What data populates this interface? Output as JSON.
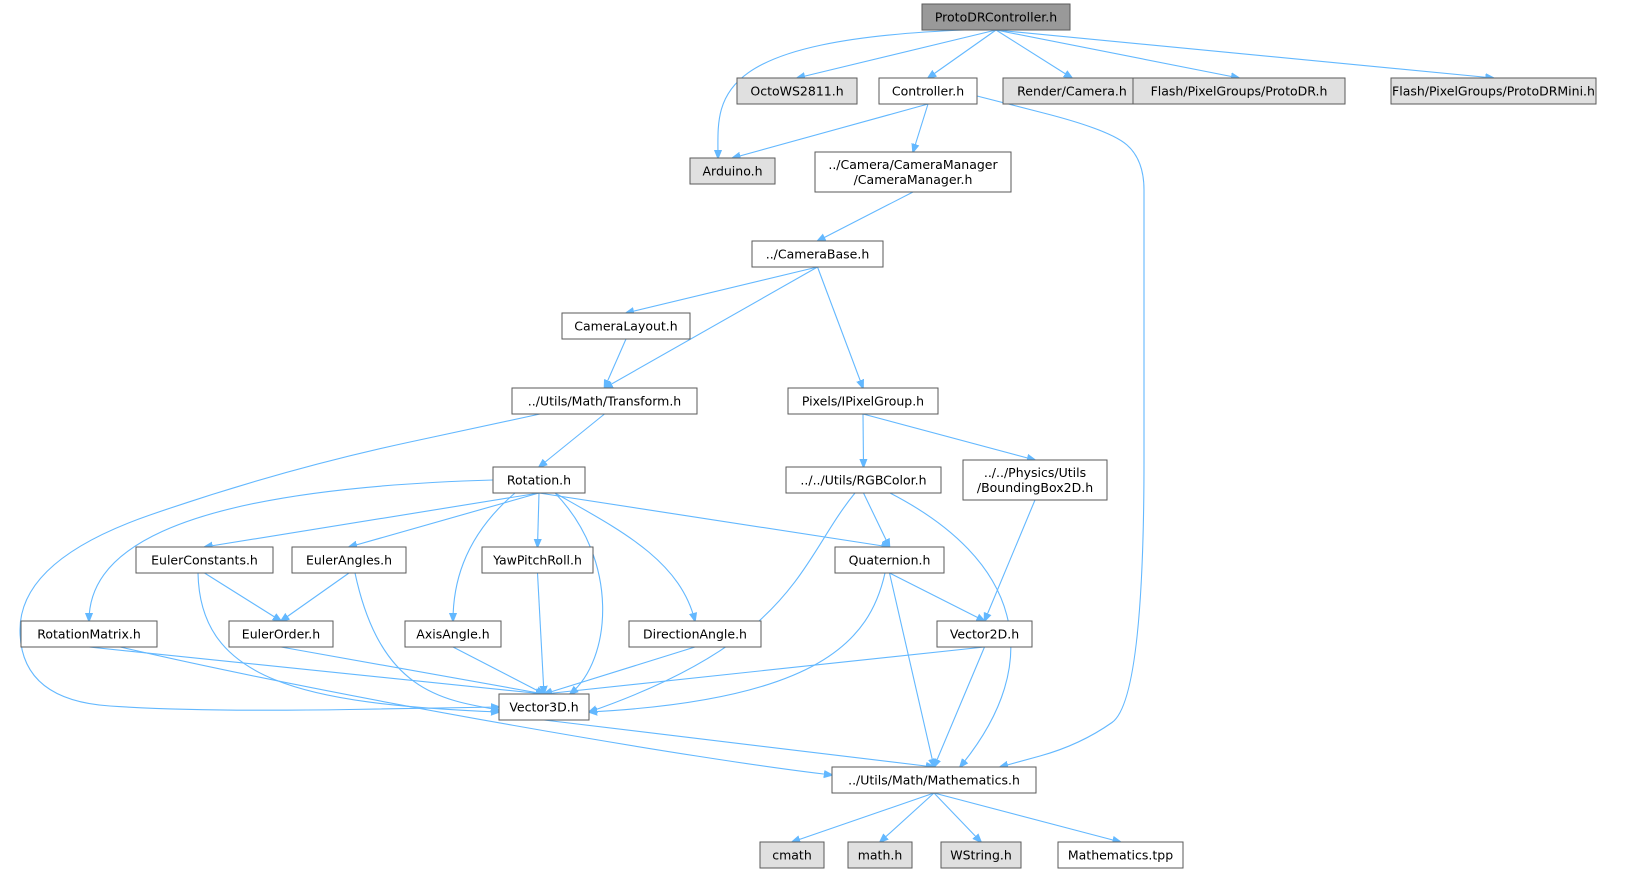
{
  "colors": {
    "root_fill": "#999999",
    "external_fill": "#e0e0e0",
    "internal_fill": "#ffffff",
    "border": "#5a5a5a",
    "edge": "#63b8ff"
  },
  "nodes": [
    {
      "id": "protodr",
      "label": "ProtoDRController.h",
      "kind": "root"
    },
    {
      "id": "octo",
      "label": "OctoWS2811.h",
      "kind": "external"
    },
    {
      "id": "controller",
      "label": "Controller.h",
      "kind": "internal"
    },
    {
      "id": "rendercam",
      "label": "Render/Camera.h",
      "kind": "external"
    },
    {
      "id": "flashdr",
      "label": "Flash/PixelGroups/ProtoDR.h",
      "kind": "external"
    },
    {
      "id": "flashmini",
      "label": "Flash/PixelGroups/ProtoDRMini.h",
      "kind": "external"
    },
    {
      "id": "arduino",
      "label": "Arduino.h",
      "kind": "external"
    },
    {
      "id": "cammgr",
      "label": [
        "../Camera/CameraManager",
        "/CameraManager.h"
      ],
      "kind": "internal"
    },
    {
      "id": "cambase",
      "label": "../CameraBase.h",
      "kind": "internal"
    },
    {
      "id": "camlayout",
      "label": "CameraLayout.h",
      "kind": "internal"
    },
    {
      "id": "transform",
      "label": "../Utils/Math/Transform.h",
      "kind": "internal"
    },
    {
      "id": "ipixel",
      "label": "Pixels/IPixelGroup.h",
      "kind": "internal"
    },
    {
      "id": "rotation",
      "label": "Rotation.h",
      "kind": "internal"
    },
    {
      "id": "rgbcolor",
      "label": "../../Utils/RGBColor.h",
      "kind": "internal"
    },
    {
      "id": "bbox",
      "label": [
        "../../Physics/Utils",
        "/BoundingBox2D.h"
      ],
      "kind": "internal"
    },
    {
      "id": "eulerconst",
      "label": "EulerConstants.h",
      "kind": "internal"
    },
    {
      "id": "eulerangles",
      "label": "EulerAngles.h",
      "kind": "internal"
    },
    {
      "id": "ypr",
      "label": "YawPitchRoll.h",
      "kind": "internal"
    },
    {
      "id": "quaternion",
      "label": "Quaternion.h",
      "kind": "internal"
    },
    {
      "id": "rotmatrix",
      "label": "RotationMatrix.h",
      "kind": "internal"
    },
    {
      "id": "eulerorder",
      "label": "EulerOrder.h",
      "kind": "internal"
    },
    {
      "id": "axisangle",
      "label": "AxisAngle.h",
      "kind": "internal"
    },
    {
      "id": "dirangle",
      "label": "DirectionAngle.h",
      "kind": "internal"
    },
    {
      "id": "vector2d",
      "label": "Vector2D.h",
      "kind": "internal"
    },
    {
      "id": "vector3d",
      "label": "Vector3D.h",
      "kind": "internal"
    },
    {
      "id": "mathematics",
      "label": "../Utils/Math/Mathematics.h",
      "kind": "internal"
    },
    {
      "id": "cmath",
      "label": "cmath",
      "kind": "external"
    },
    {
      "id": "mathh",
      "label": "math.h",
      "kind": "external"
    },
    {
      "id": "wstring",
      "label": "WString.h",
      "kind": "external"
    },
    {
      "id": "mathtpp",
      "label": "Mathematics.tpp",
      "kind": "internal"
    }
  ],
  "edges": [
    [
      "protodr",
      "arduino"
    ],
    [
      "protodr",
      "octo"
    ],
    [
      "protodr",
      "controller"
    ],
    [
      "protodr",
      "rendercam"
    ],
    [
      "protodr",
      "flashdr"
    ],
    [
      "protodr",
      "flashmini"
    ],
    [
      "controller",
      "arduino"
    ],
    [
      "controller",
      "cammgr"
    ],
    [
      "controller",
      "mathematics"
    ],
    [
      "cammgr",
      "cambase"
    ],
    [
      "cambase",
      "camlayout"
    ],
    [
      "cambase",
      "transform"
    ],
    [
      "cambase",
      "ipixel"
    ],
    [
      "camlayout",
      "transform"
    ],
    [
      "transform",
      "rotation"
    ],
    [
      "transform",
      "vector3d"
    ],
    [
      "ipixel",
      "rgbcolor"
    ],
    [
      "ipixel",
      "bbox"
    ],
    [
      "rotation",
      "rotmatrix"
    ],
    [
      "rotation",
      "eulerconst"
    ],
    [
      "rotation",
      "eulerangles"
    ],
    [
      "rotation",
      "axisangle"
    ],
    [
      "rotation",
      "ypr"
    ],
    [
      "rotation",
      "vector3d"
    ],
    [
      "rotation",
      "dirangle"
    ],
    [
      "rotation",
      "quaternion"
    ],
    [
      "rgbcolor",
      "vector3d"
    ],
    [
      "rgbcolor",
      "quaternion"
    ],
    [
      "rgbcolor",
      "mathematics"
    ],
    [
      "bbox",
      "vector2d"
    ],
    [
      "eulerconst",
      "eulerorder"
    ],
    [
      "eulerconst",
      "vector3d"
    ],
    [
      "eulerangles",
      "eulerorder"
    ],
    [
      "eulerangles",
      "vector3d"
    ],
    [
      "ypr",
      "vector3d"
    ],
    [
      "quaternion",
      "vector2d"
    ],
    [
      "quaternion",
      "vector3d"
    ],
    [
      "quaternion",
      "mathematics"
    ],
    [
      "rotmatrix",
      "vector3d"
    ],
    [
      "rotmatrix",
      "mathematics"
    ],
    [
      "eulerorder",
      "vector3d"
    ],
    [
      "axisangle",
      "vector3d"
    ],
    [
      "dirangle",
      "vector3d"
    ],
    [
      "vector2d",
      "vector3d"
    ],
    [
      "vector2d",
      "mathematics"
    ],
    [
      "vector3d",
      "mathematics"
    ],
    [
      "mathematics",
      "cmath"
    ],
    [
      "mathematics",
      "mathh"
    ],
    [
      "mathematics",
      "wstring"
    ],
    [
      "mathematics",
      "mathtpp"
    ]
  ]
}
